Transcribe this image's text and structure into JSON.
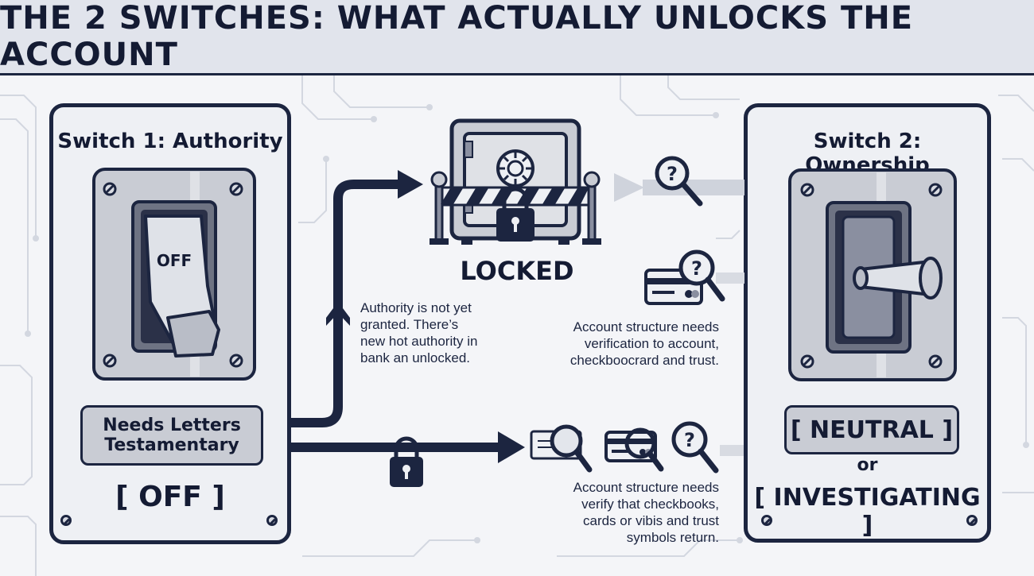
{
  "title": "THE 2 SWITCHES: WHAT ACTUALLY UNLOCKS THE ACCOUNT",
  "switch1": {
    "title": "Switch 1: Authority",
    "toggle_label": "OFF",
    "plate_lines": [
      "Needs Letters",
      "Testamentary"
    ],
    "state": "[ OFF ]"
  },
  "switch2": {
    "title": "Switch 2: Ownership",
    "state_primary": "[ NEUTRAL ]",
    "or_label": "or",
    "state_secondary": "[ INVESTIGATING ]"
  },
  "center": {
    "locked_label": "LOCKED",
    "authority_note": [
      "Authority is not yet",
      "granted. There’s",
      "new hot authority in",
      "bank an unlocked."
    ],
    "structure_note_top": [
      "Account structure needs",
      "verification to account,",
      "checkboocrard and trust."
    ],
    "structure_note_bottom": [
      "Account structure needs",
      "verify that checkbooks,",
      "cards or vibis and trust",
      "symbols return."
    ]
  },
  "icons": [
    "circuit-background",
    "toggle-switch",
    "vault-safe",
    "padlock-icon",
    "magnifier-question-icon",
    "credit-card-icon",
    "check-document-icon",
    "arrow-icon"
  ],
  "colors": {
    "ink": "#1c2540",
    "panel": "#eef0f4",
    "metal": "#c9ccd4",
    "background": "#f4f5f8"
  }
}
